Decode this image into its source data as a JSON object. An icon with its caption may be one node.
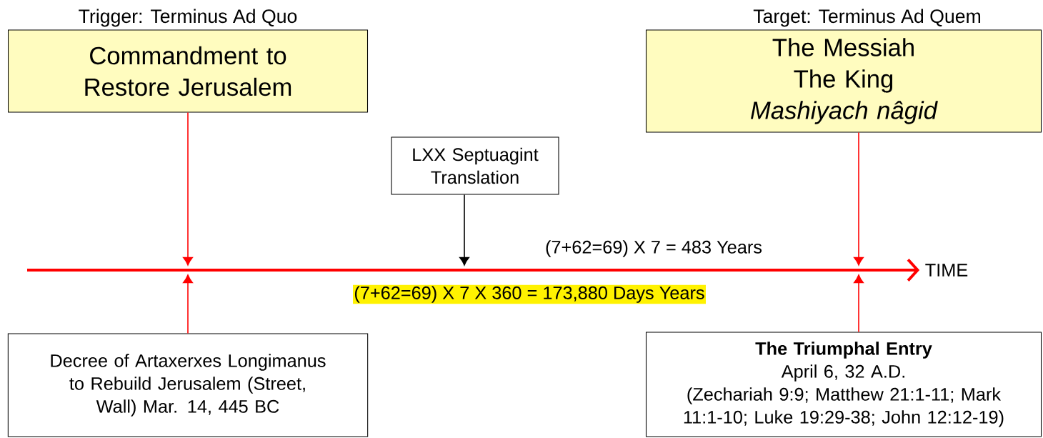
{
  "diagram": {
    "nodes": [
      {
        "text": [
          "Trigger: Terminus Ad Quo",
          "Commandment to Restore Jerusalem"
        ]
      },
      {
        "text": [
          "Target: Terminus Ad Quem",
          "The Messiah",
          "The King",
          "Mashiyach nâgid"
        ]
      },
      {
        "text": [
          "LXX Septuagint Translation"
        ]
      },
      {
        "text": [
          "Decree of Artaxerxes Longimanus to Rebuild Jerusalem (Street, Wall) Mar. 14, 445 BC"
        ]
      },
      {
        "text": [
          "The Triumphal Entry",
          "April 6, 32 A.D.",
          "(Zechariah 9:9; Matthew 21:1-11; Mark 11:1-10; Luke 19:29-38; John 12:12-19)"
        ]
      },
      {
        "text": [
          "TIME"
        ]
      }
    ],
    "edges": [
      {
        "from": null,
        "to": 5,
        "arrow": "to",
        "style": "thick"
      },
      {
        "from": 0,
        "to": null,
        "arrow": "to"
      },
      {
        "from": 3,
        "to": null,
        "arrow": "to"
      },
      {
        "from": 2,
        "to": null,
        "arrow": "to",
        "color": "#000000"
      },
      {
        "from": 1,
        "to": null,
        "arrow": "to"
      },
      {
        "from": 4,
        "to": null,
        "arrow": "to"
      }
    ],
    "labels": [
      "(7+62=69) X 7 = 483 Years",
      "(7+62=69) X 7 X 360 = 173,880 Days Years"
    ]
  }
}
